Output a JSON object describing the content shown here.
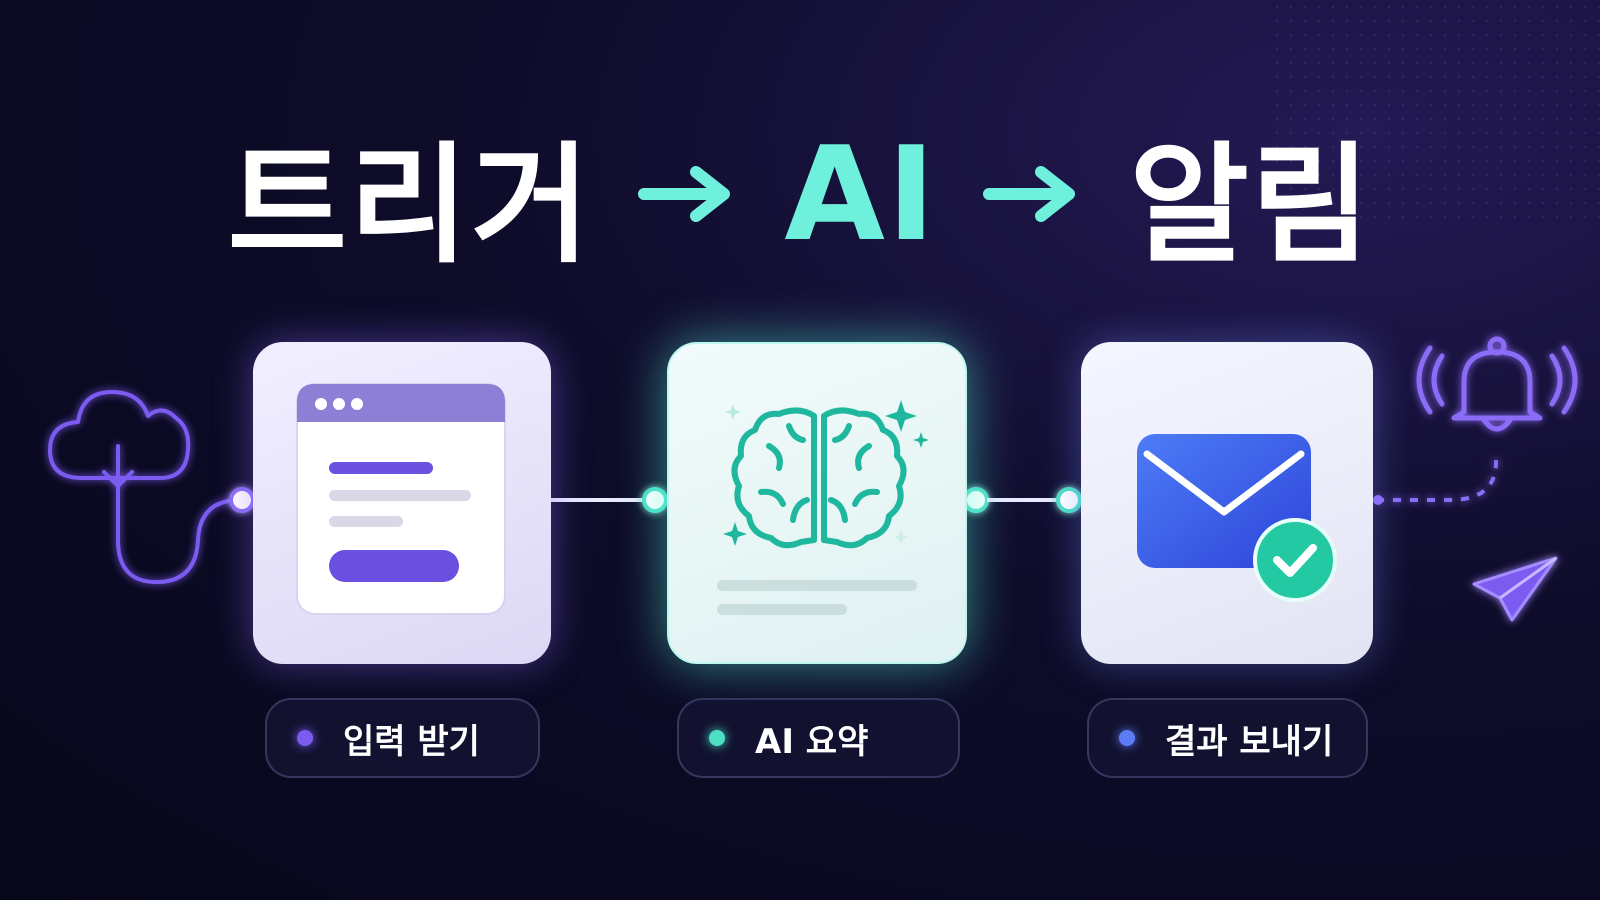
{
  "title": {
    "word1": "트리거",
    "word2": "AI",
    "word3": "알림"
  },
  "steps": [
    {
      "label": "입력 받기",
      "dot_color": "#7c5cf0"
    },
    {
      "label": "AI 요약",
      "dot_color": "#4be0c4"
    },
    {
      "label": "결과 보내기",
      "dot_color": "#5b7cf5"
    }
  ],
  "colors": {
    "accent_teal": "#6ff0dc",
    "accent_purple": "#8b6cf6",
    "accent_blue": "#3b5ef0",
    "success_green": "#22c9a3"
  },
  "icons": [
    "cloud-download-icon",
    "browser-form-icon",
    "brain-icon",
    "sparkle-icon",
    "envelope-icon",
    "check-icon",
    "bell-icon",
    "paper-plane-icon"
  ]
}
